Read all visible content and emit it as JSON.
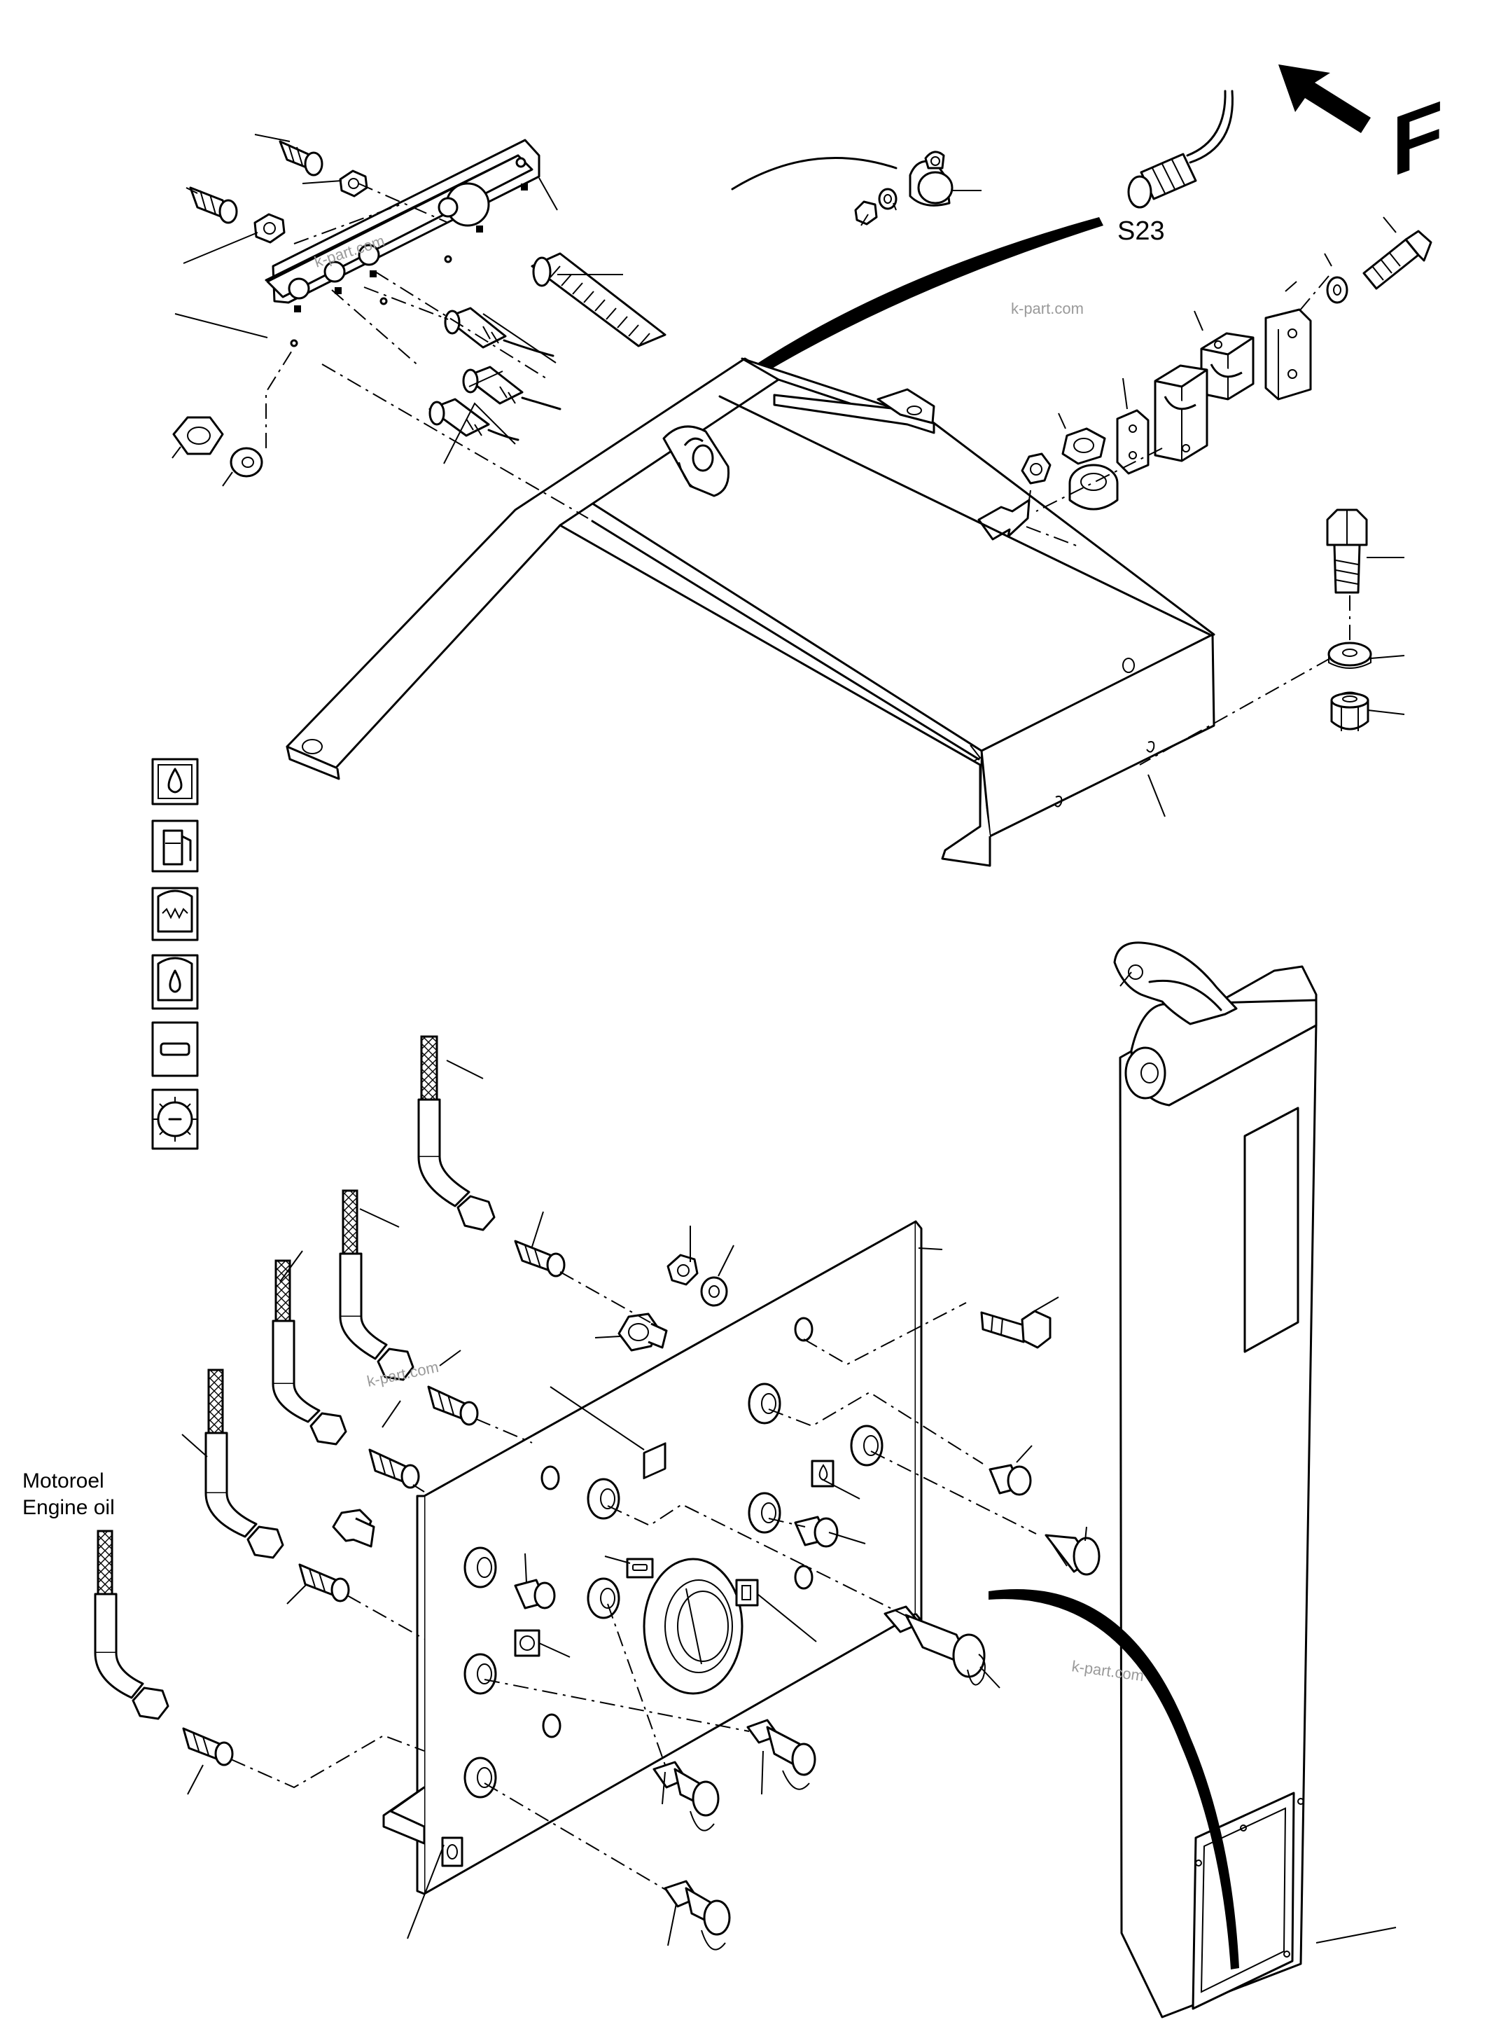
{
  "labels": {
    "sensor": "S23",
    "direction": "F",
    "hose_line1": "Motoroel",
    "hose_line2": "Engine oil"
  },
  "watermarks": [
    "k-part.com",
    "k-part.com",
    "k-part.com",
    "k-part.com"
  ],
  "symbols": [
    {
      "icon": "oil-drop-icon"
    },
    {
      "icon": "fuel-pump-icon"
    },
    {
      "icon": "coolant-temperature-icon"
    },
    {
      "icon": "oil-pressure-icon"
    },
    {
      "icon": "filter-icon"
    },
    {
      "icon": "gear-icon"
    }
  ]
}
